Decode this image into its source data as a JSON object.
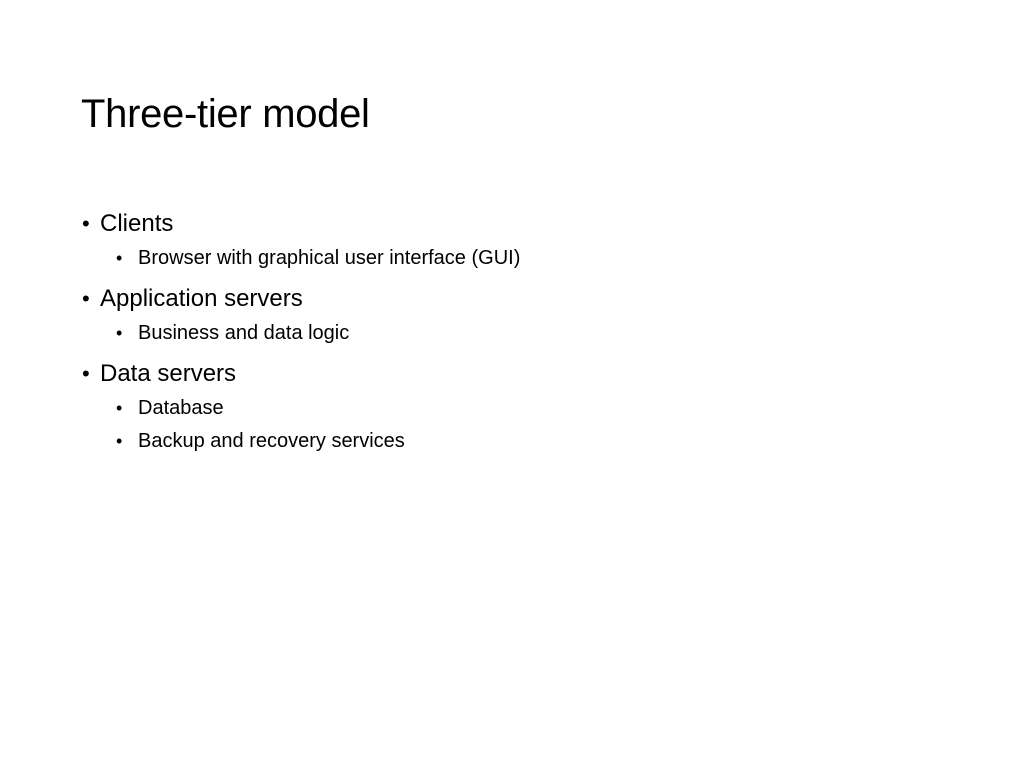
{
  "slide": {
    "title": "Three-tier model",
    "bullet_glyph": "•",
    "items": [
      {
        "text": "Clients",
        "subitems": [
          "Browser with graphical user interface (GUI)"
        ]
      },
      {
        "text": "Application servers",
        "subitems": [
          "Business and data logic"
        ]
      },
      {
        "text": "Data servers",
        "subitems": [
          "Database",
          "Backup and recovery services"
        ]
      }
    ]
  }
}
